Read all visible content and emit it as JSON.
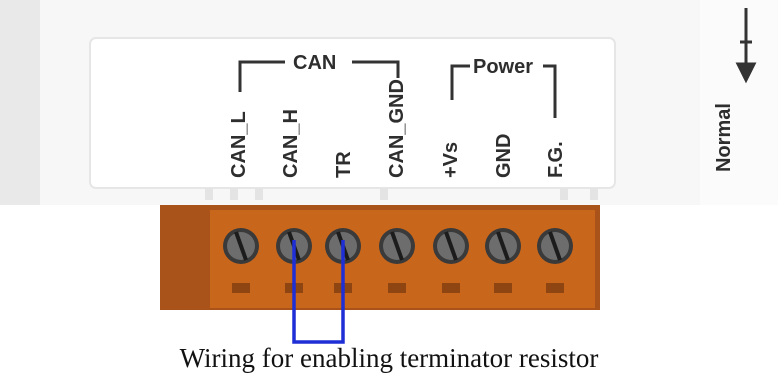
{
  "group_labels": {
    "can": "CAN",
    "power": "Power"
  },
  "pin_labels": [
    "CAN_L",
    "CAN_H",
    "TR",
    "CAN_GND",
    "+Vs",
    "GND",
    "F.G."
  ],
  "switch_label": "Normal",
  "caption": "Wiring for enabling terminator resistor",
  "colors": {
    "housing": "#f4f4f4",
    "terminal_block": "#c8661c",
    "wire": "#1f2fd6"
  }
}
